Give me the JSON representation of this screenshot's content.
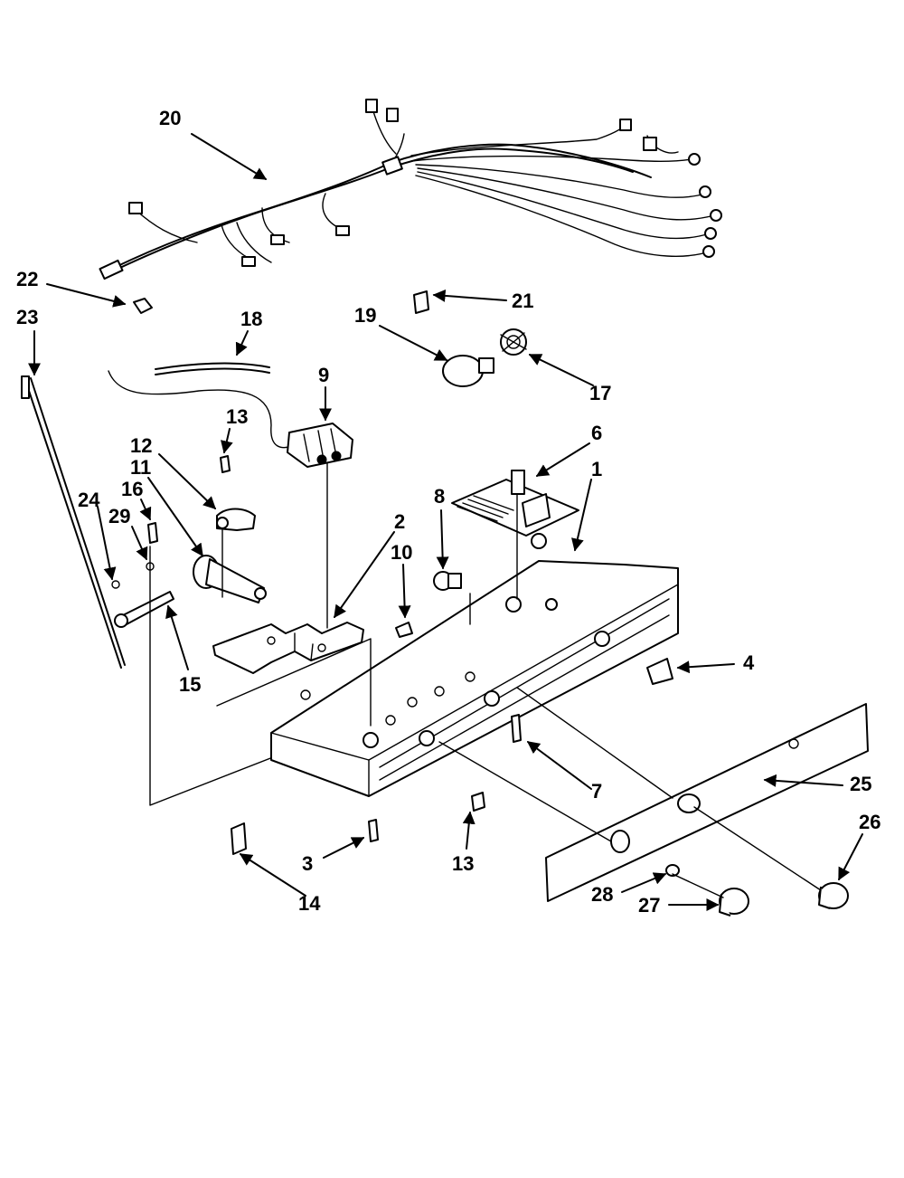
{
  "diagram": {
    "type": "exploded-parts-diagram",
    "callouts": [
      {
        "id": "c20",
        "label": "20"
      },
      {
        "id": "c22",
        "label": "22"
      },
      {
        "id": "c21",
        "label": "21"
      },
      {
        "id": "c23",
        "label": "23"
      },
      {
        "id": "c18",
        "label": "18"
      },
      {
        "id": "c19",
        "label": "19"
      },
      {
        "id": "c17",
        "label": "17"
      },
      {
        "id": "c9",
        "label": "9"
      },
      {
        "id": "c13a",
        "label": "13"
      },
      {
        "id": "c12",
        "label": "12"
      },
      {
        "id": "c11",
        "label": "11"
      },
      {
        "id": "c16",
        "label": "16"
      },
      {
        "id": "c24",
        "label": "24"
      },
      {
        "id": "c29",
        "label": "29"
      },
      {
        "id": "c6",
        "label": "6"
      },
      {
        "id": "c1",
        "label": "1"
      },
      {
        "id": "c8",
        "label": "8"
      },
      {
        "id": "c2",
        "label": "2"
      },
      {
        "id": "c10",
        "label": "10"
      },
      {
        "id": "c15",
        "label": "15"
      },
      {
        "id": "c4",
        "label": "4"
      },
      {
        "id": "c7",
        "label": "7"
      },
      {
        "id": "c25",
        "label": "25"
      },
      {
        "id": "c26",
        "label": "26"
      },
      {
        "id": "c3",
        "label": "3"
      },
      {
        "id": "c13b",
        "label": "13"
      },
      {
        "id": "c14",
        "label": "14"
      },
      {
        "id": "c28",
        "label": "28"
      },
      {
        "id": "c27",
        "label": "27"
      }
    ]
  }
}
